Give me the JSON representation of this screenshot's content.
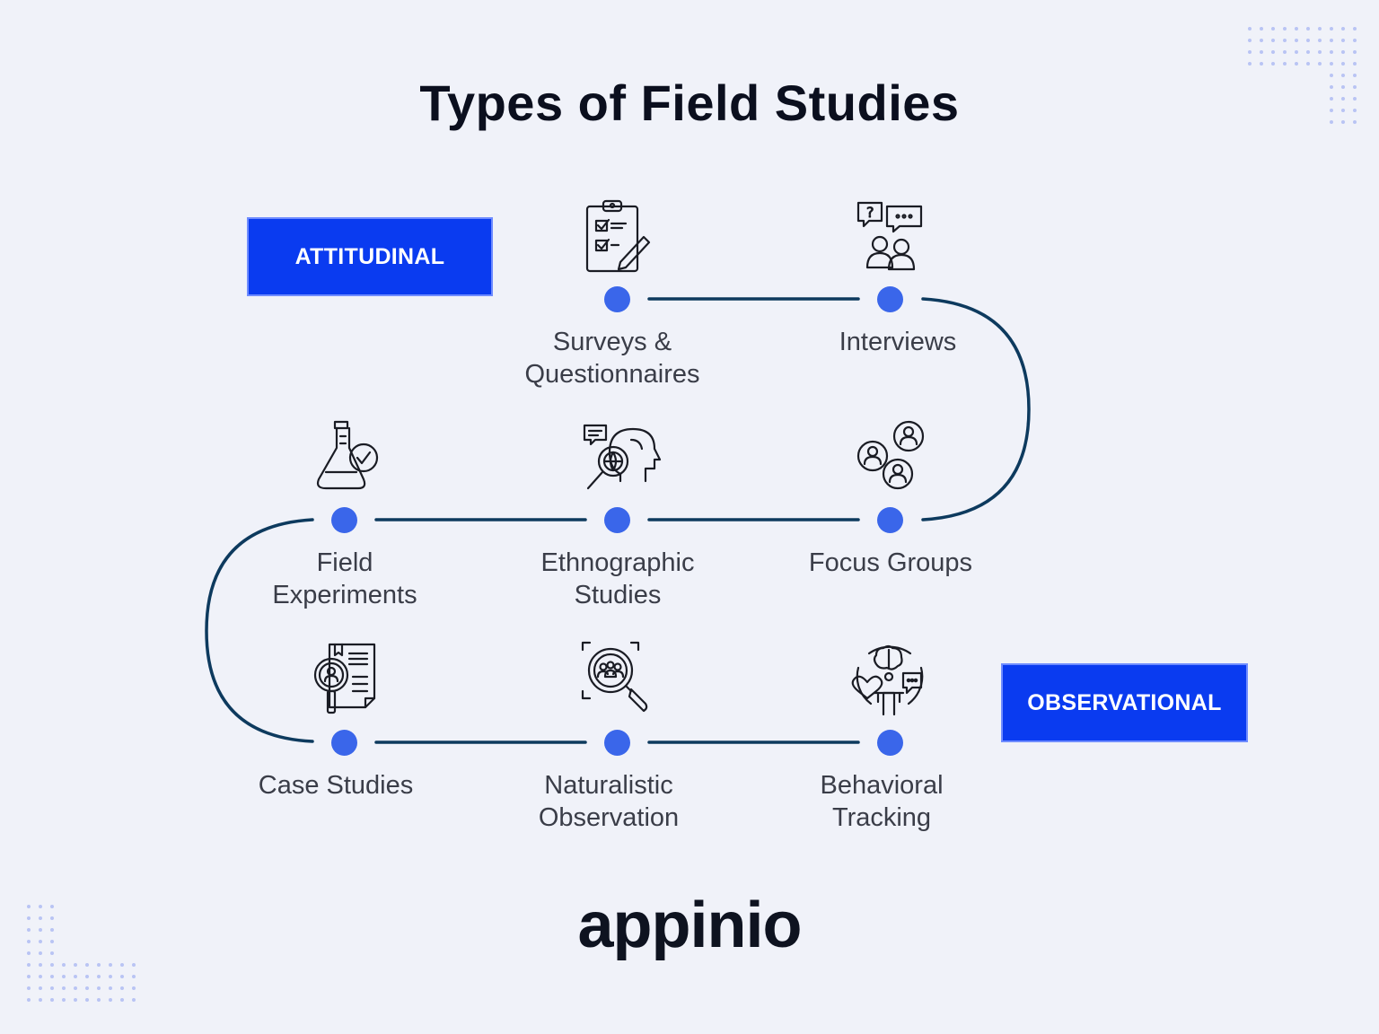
{
  "title": "Types of Field Studies",
  "tags": {
    "attitudinal": "ATTITUDINAL",
    "observational": "OBSERVATIONAL"
  },
  "items": [
    {
      "id": "surveys",
      "label": "Surveys &\nQuestionnaires",
      "icon": "clipboard-checklist-icon"
    },
    {
      "id": "interviews",
      "label": "Interviews",
      "icon": "interview-chat-icon"
    },
    {
      "id": "field-experiments",
      "label": "Field\nExperiments",
      "icon": "flask-check-icon"
    },
    {
      "id": "ethnographic",
      "label": "Ethnographic\nStudies",
      "icon": "head-globe-search-icon"
    },
    {
      "id": "focus-groups",
      "label": "Focus Groups",
      "icon": "group-chat-icon"
    },
    {
      "id": "case-studies",
      "label": "Case Studies",
      "icon": "document-search-icon"
    },
    {
      "id": "naturalistic",
      "label": "Naturalistic\nObservation",
      "icon": "group-magnifier-icon"
    },
    {
      "id": "behavioral",
      "label": "Behavioral\nTracking",
      "icon": "brain-heart-tracking-icon"
    }
  ],
  "logo": "appinio",
  "colors": {
    "accent": "#0a3bf0",
    "dot": "#3a66ea",
    "line": "#0d3a5e",
    "background": "#f0f2f9"
  }
}
